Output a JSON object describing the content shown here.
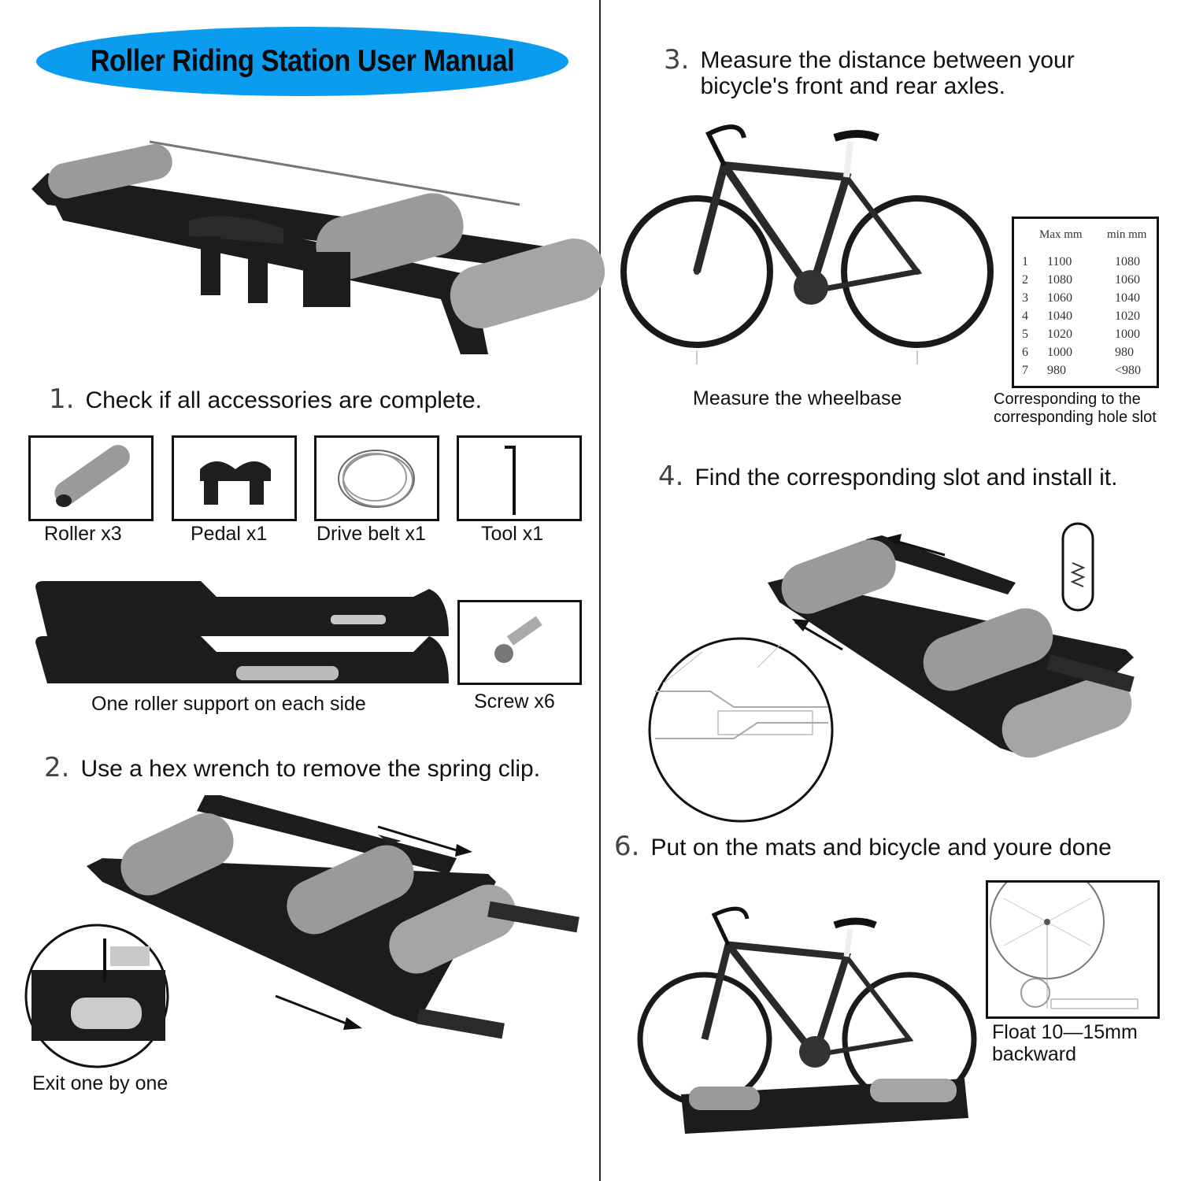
{
  "title": "Roller Riding Station User Manual",
  "steps": {
    "s1": {
      "num": "1.",
      "text": "Check if all accessories are complete."
    },
    "s2": {
      "num": "2.",
      "text": "Use a hex wrench to remove the spring clip."
    },
    "s3": {
      "num": "3.",
      "line1": "Measure the distance between your",
      "line2": "bicycle's front and rear axles."
    },
    "s4": {
      "num": "4.",
      "text": "Find the corresponding slot and install it."
    },
    "s6": {
      "num": "6.",
      "text": "Put on the mats and bicycle and youre done"
    }
  },
  "accessories": [
    "Roller x3",
    "Pedal x1",
    "Drive belt x1",
    "Tool x1"
  ],
  "support_caption": "One roller support on each side",
  "screw_caption": "Screw x6",
  "exit_caption": "Exit one by one",
  "wheelbase_caption": "Measure the wheelbase",
  "slot_caption": {
    "line1": "Corresponding to the",
    "line2": "corresponding hole slot"
  },
  "float_caption": {
    "line1": "Float 10—15mm",
    "line2": "backward"
  },
  "wheelbase_table": {
    "headers": [
      "Max mm",
      "min mm"
    ],
    "rows": [
      {
        "n": "1",
        "max": "1100",
        "min": "1080"
      },
      {
        "n": "2",
        "max": "1080",
        "min": "1060"
      },
      {
        "n": "3",
        "max": "1060",
        "min": "1040"
      },
      {
        "n": "4",
        "max": "1040",
        "min": "1020"
      },
      {
        "n": "5",
        "max": "1020",
        "min": "1000"
      },
      {
        "n": "6",
        "max": "1000",
        "min": "980"
      },
      {
        "n": "7",
        "max": "980",
        "min": "<980"
      }
    ]
  },
  "colors": {
    "title_oval": "#0b9cf0",
    "frame": "#1c1c1c",
    "roller": "#9a9a9a"
  }
}
